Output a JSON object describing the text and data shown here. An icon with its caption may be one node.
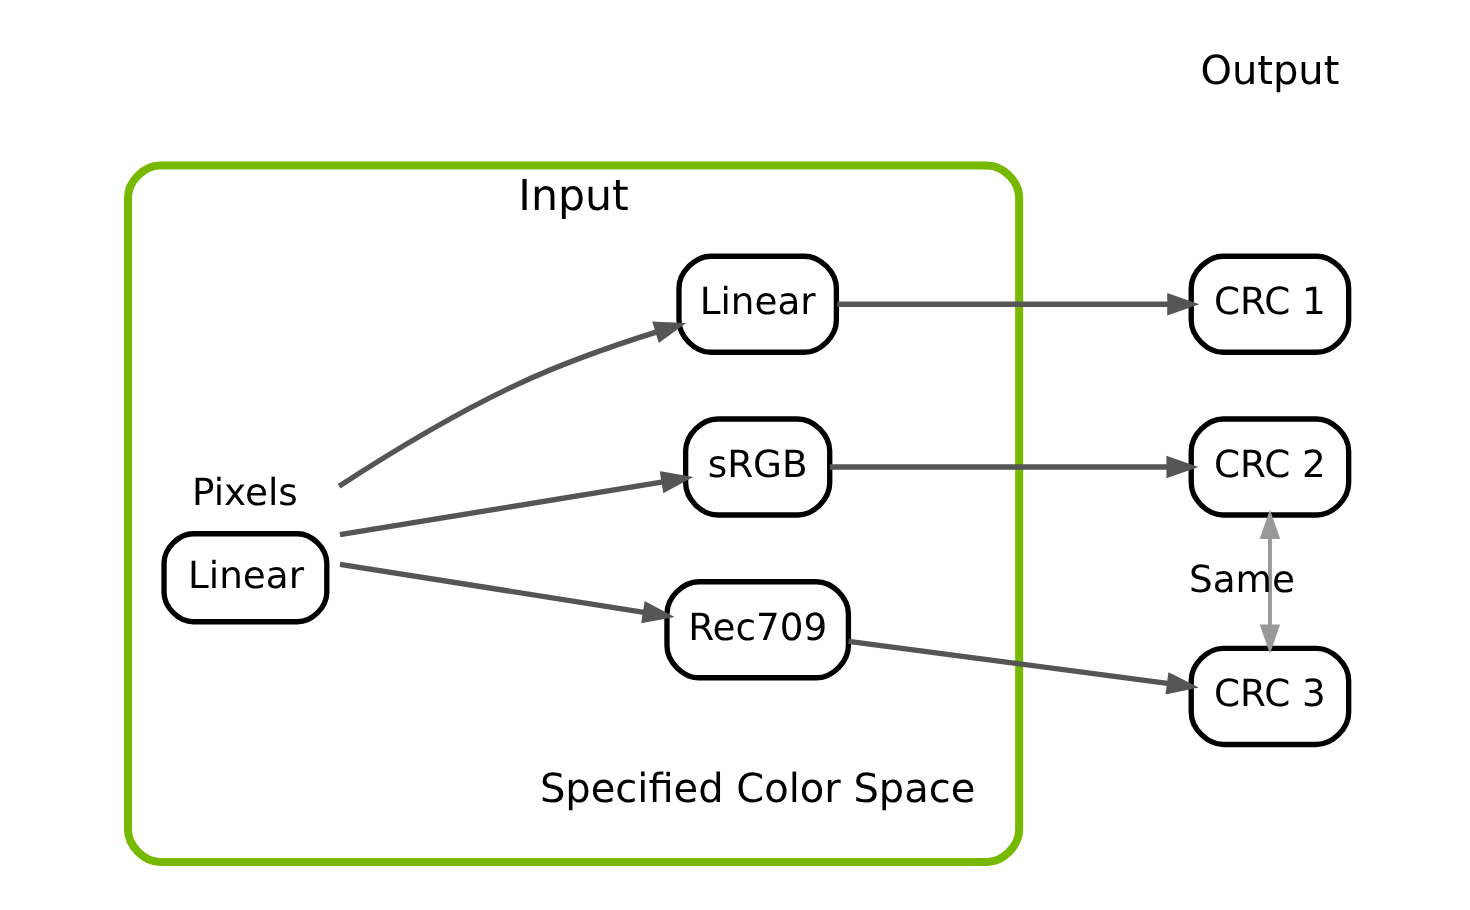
{
  "diagram": {
    "nodes": [
      {
        "text": [
          "Input"
        ]
      },
      {
        "text": [
          "Linear"
        ],
        "in": 0,
        "beside": [
          "Pixels"
        ]
      },
      {
        "text": [
          "Linear"
        ],
        "in": 0
      },
      {
        "text": [
          "sRGB"
        ],
        "in": 0
      },
      {
        "text": [
          "Rec709"
        ],
        "in": 0
      },
      {
        "text": [
          "CRC 1"
        ]
      },
      {
        "text": [
          "CRC 2"
        ]
      },
      {
        "text": [
          "CRC 3"
        ]
      }
    ],
    "edges": [
      {
        "from": 1,
        "to": 2,
        "arrow": "to"
      },
      {
        "from": 1,
        "to": 3,
        "arrow": "to"
      },
      {
        "from": 1,
        "to": 4,
        "arrow": "to"
      },
      {
        "from": 2,
        "to": 5,
        "arrow": "to"
      },
      {
        "from": 3,
        "to": 6,
        "arrow": "to"
      },
      {
        "from": 4,
        "to": 7,
        "arrow": "to"
      },
      {
        "from": 6,
        "to": 7,
        "arrow": "both",
        "label": "Same",
        "color": "#999999"
      }
    ],
    "labels": [
      "Specified Color Space",
      "Output"
    ]
  }
}
